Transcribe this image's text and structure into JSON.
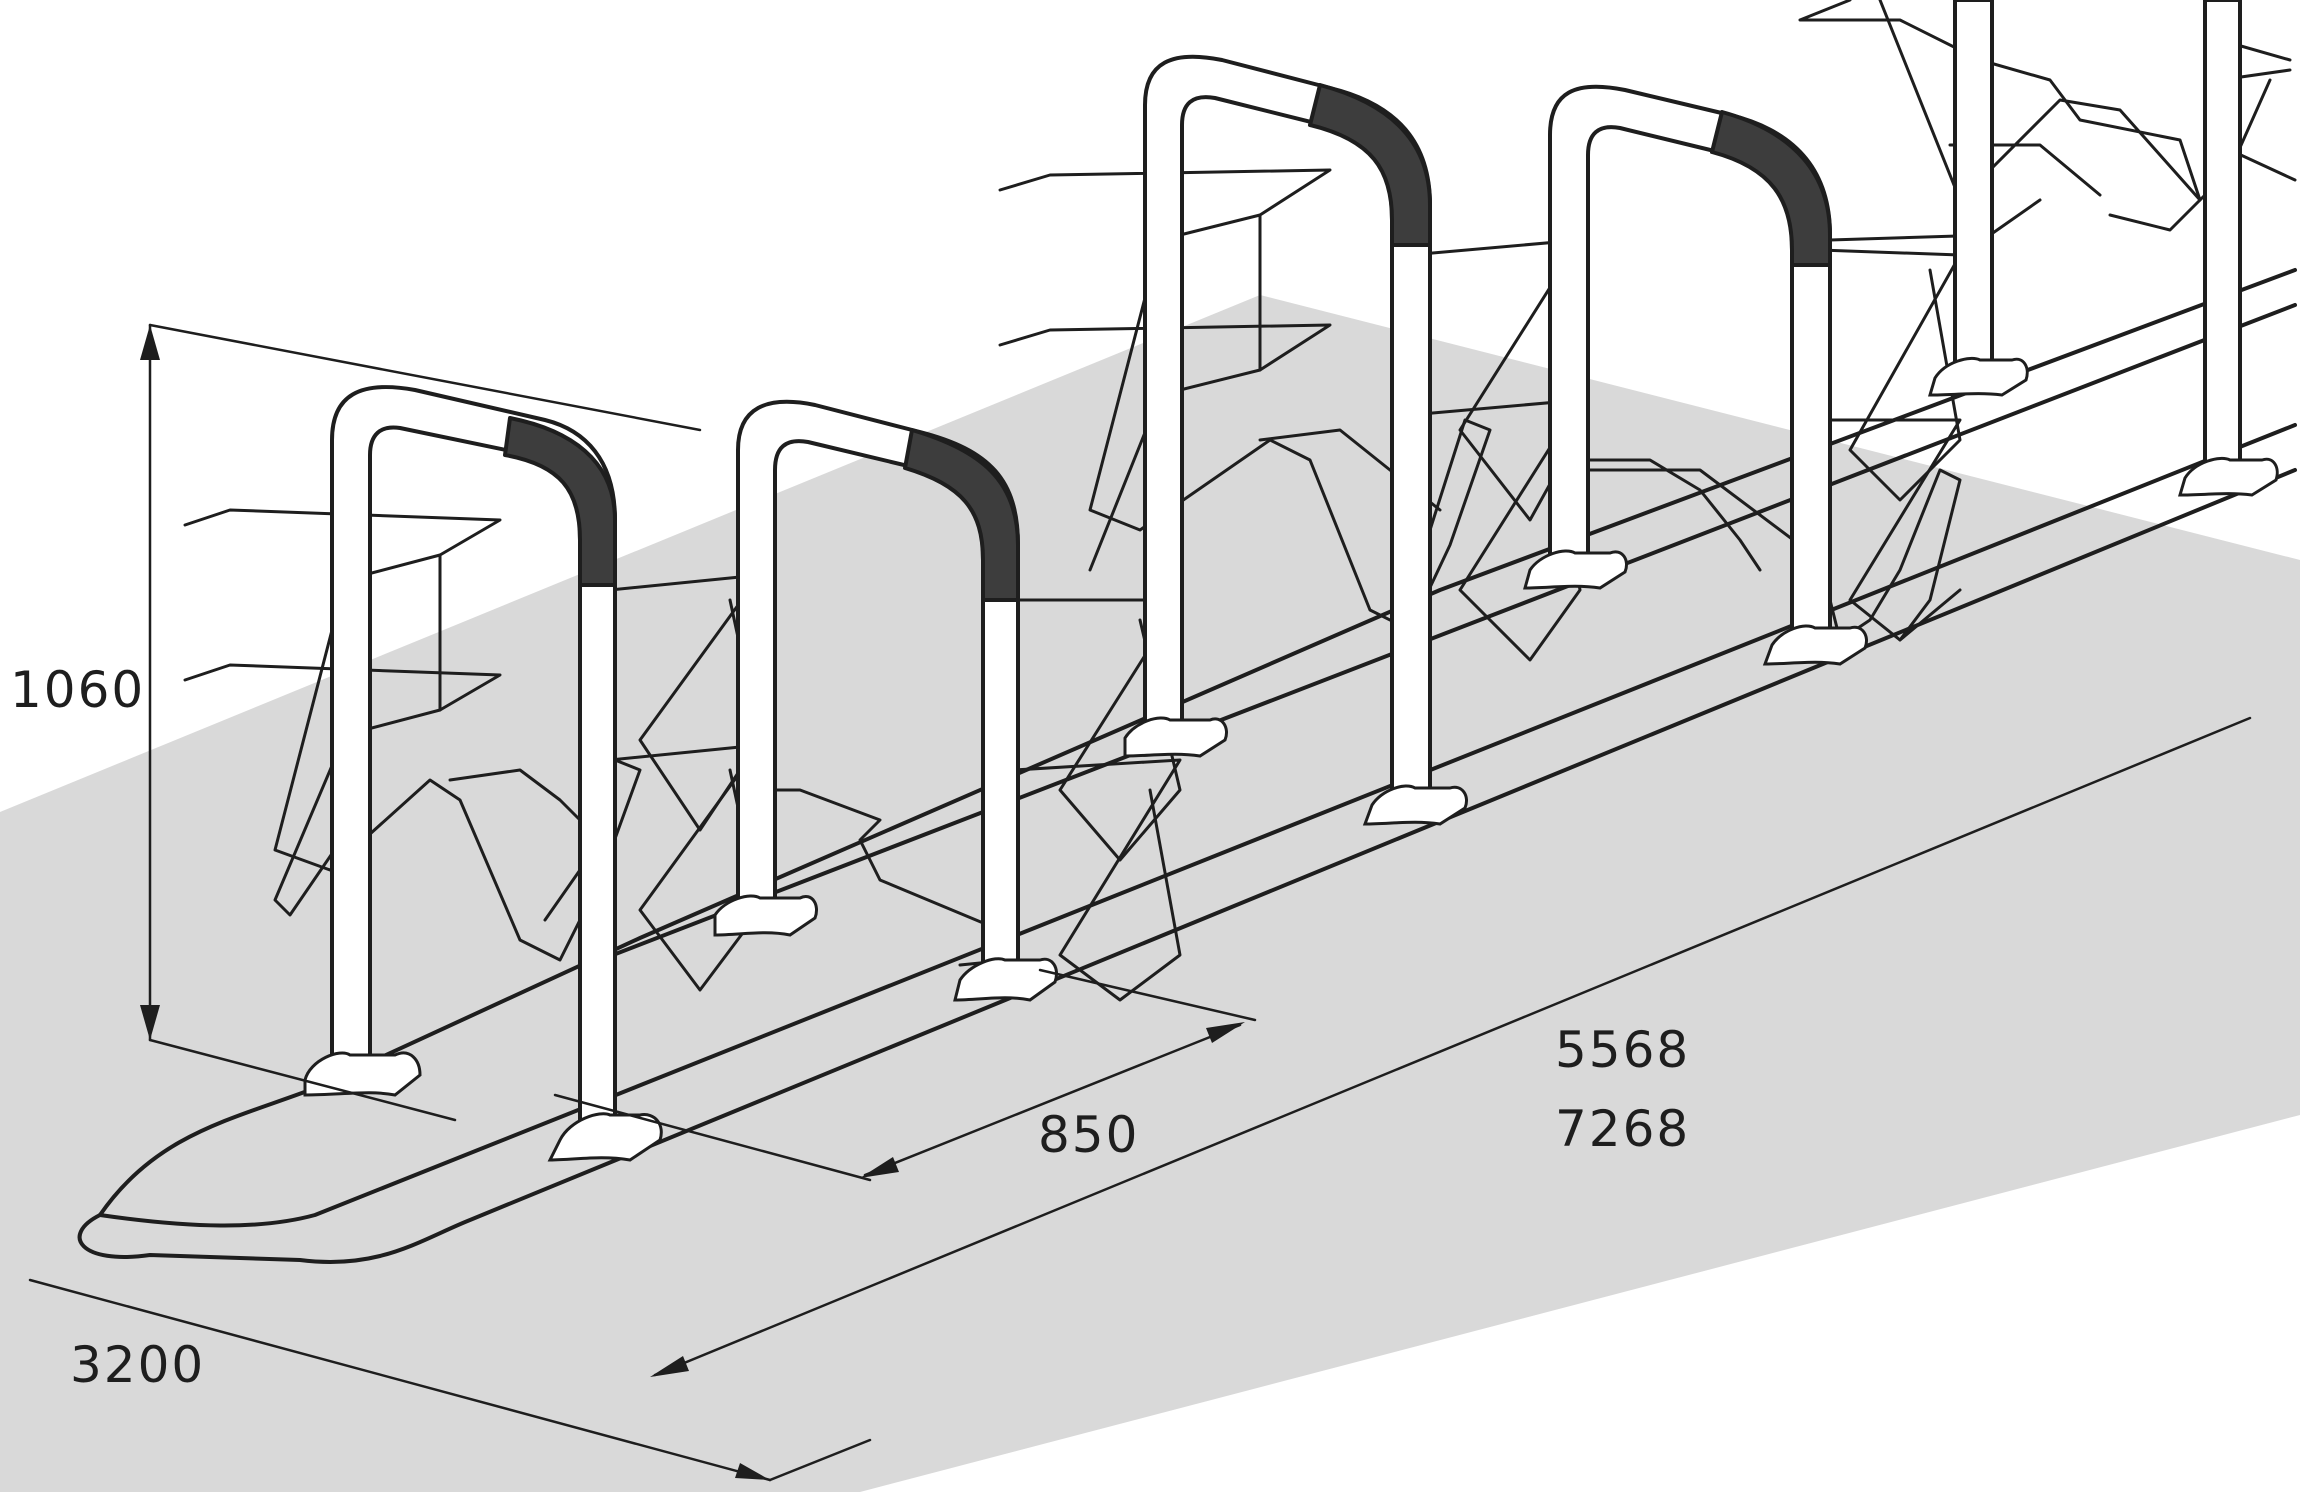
{
  "dimensions": {
    "height": "1060",
    "spacing": "850",
    "length_inner": "5568",
    "length_total": "7268",
    "depth": "3200"
  },
  "colors": {
    "ground": "#d9d9d9",
    "outline": "#1e1e1e",
    "tube_fill": "#ffffff",
    "grip": "#3d3d3d",
    "background": "#ffffff"
  },
  "icons": [
    "bicycle-rack-hoop",
    "wheel-holder",
    "dimension-arrow"
  ]
}
